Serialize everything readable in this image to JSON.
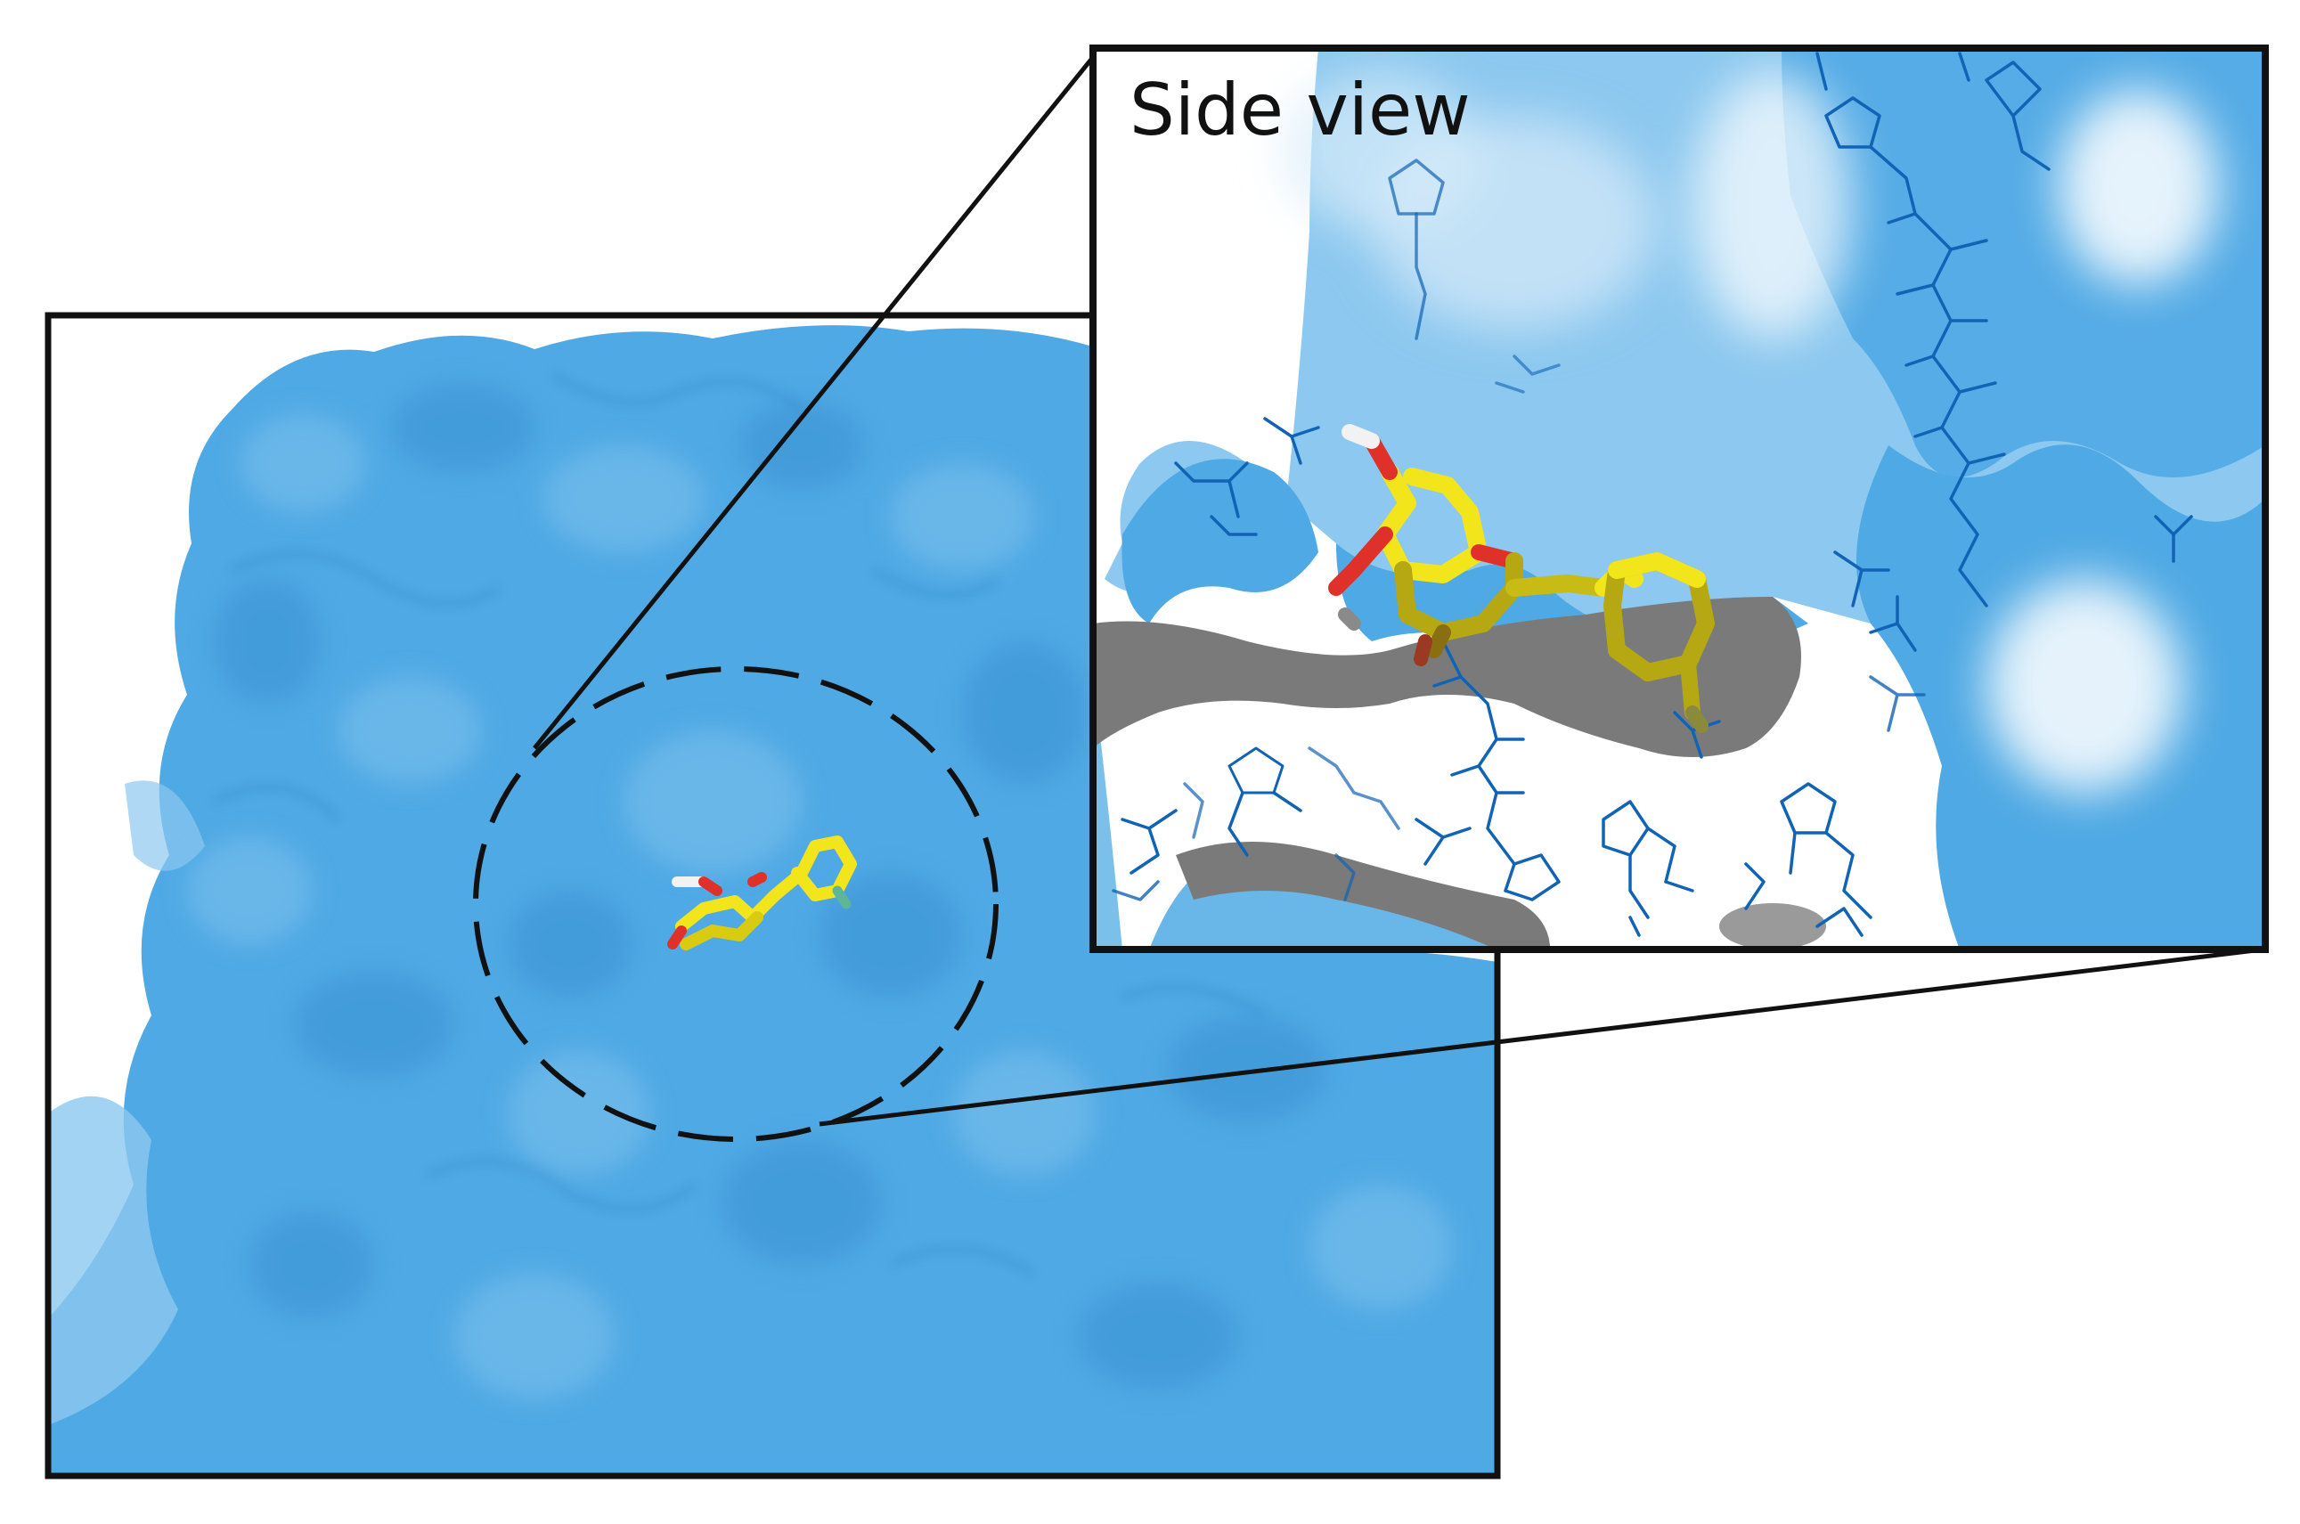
{
  "figure": {
    "inset_label": "Side view"
  },
  "colors": {
    "protein_surface": "#4fa9e4",
    "protein_surface_light": "#8cc8ef",
    "protein_surface_dark": "#3a93d2",
    "residue_lines": "#1163b5",
    "ligand_carbon": "#f2e51c",
    "ligand_oxygen": "#e0302a",
    "ligand_hydrogen": "#f2f2f2",
    "ligand_fluorine": "#5fb59a",
    "cavity_shadow": "#7a7a7a",
    "frame": "#111111"
  },
  "icons": {
    "main_panel": "protein-surface-image",
    "ligand": "ligand-stick-model",
    "zoom_marker": "dashed-circle-marker",
    "inset_panel": "side-view-inset-image"
  }
}
